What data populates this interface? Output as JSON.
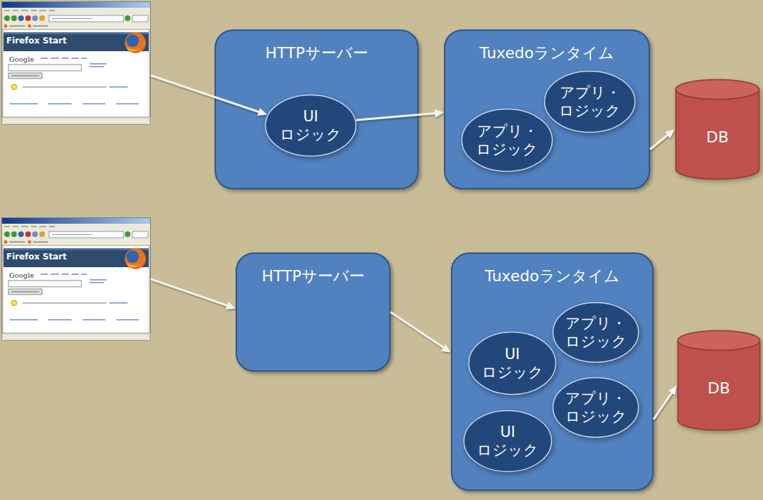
{
  "diagram": {
    "nodes": [
      {
        "text": [
          "Firefox Start",
          "Google"
        ]
      },
      {
        "text": [
          "HTTPサーバー"
        ]
      },
      {
        "text": [
          "UI ロジック"
        ],
        "in": 1
      },
      {
        "text": [
          "Tuxedoランタイム"
        ]
      },
      {
        "text": [
          "アプリ・ ロジック"
        ],
        "in": 3
      },
      {
        "text": [
          "アプリ・ ロジック"
        ],
        "in": 3
      },
      {
        "text": [
          "DB"
        ]
      },
      {
        "text": [
          "Firefox Start",
          "Google"
        ]
      },
      {
        "text": [
          "HTTPサーバー"
        ]
      },
      {
        "text": [
          "Tuxedoランタイム"
        ]
      },
      {
        "text": [
          "アプリ・ ロジック"
        ],
        "in": 9
      },
      {
        "text": [
          "UI ロジック"
        ],
        "in": 9
      },
      {
        "text": [
          "アプリ・ ロジック"
        ],
        "in": 9
      },
      {
        "text": [
          "UI ロジック"
        ],
        "in": 9
      },
      {
        "text": [
          "DB"
        ]
      }
    ],
    "edges": [
      {
        "from": 0,
        "to": 2,
        "arrow": "to"
      },
      {
        "from": 2,
        "to": 3,
        "arrow": "to"
      },
      {
        "from": 3,
        "to": 6,
        "arrow": "to"
      },
      {
        "from": 7,
        "to": 8,
        "arrow": "to"
      },
      {
        "from": 8,
        "to": 9,
        "arrow": "to"
      },
      {
        "from": 9,
        "to": 14,
        "arrow": "to"
      }
    ]
  }
}
